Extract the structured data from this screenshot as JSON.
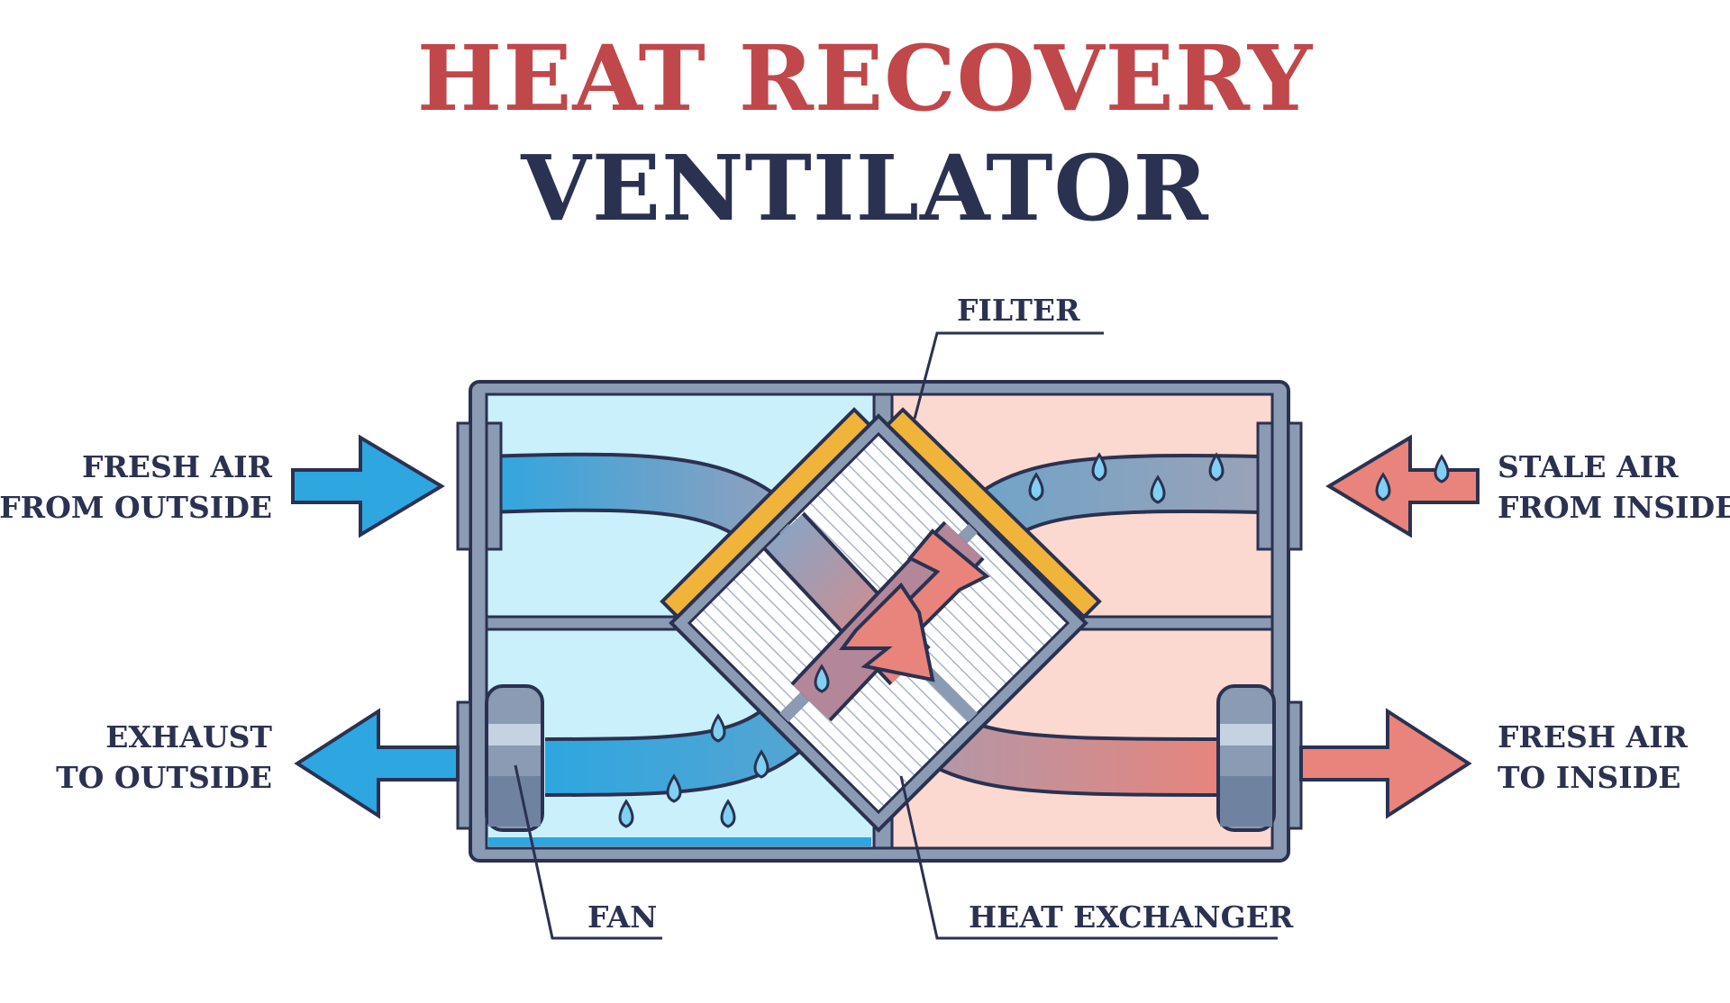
{
  "title": {
    "line1": "HEAT RECOVERY",
    "line2": "VENTILATOR"
  },
  "labels": {
    "filter": "FILTER",
    "fresh_air_outside_1": "FRESH AIR",
    "fresh_air_outside_2": "FROM OUTSIDE",
    "stale_air_inside_1": "STALE AIR",
    "stale_air_inside_2": "FROM INSIDE",
    "exhaust_1": "EXHAUST",
    "exhaust_2": "TO OUTSIDE",
    "fresh_inside_1": "FRESH AIR",
    "fresh_inside_2": "TO INSIDE",
    "fan": "FAN",
    "heat_exchanger": "HEAT EXCHANGER"
  },
  "colors": {
    "title_red": "#c0474a",
    "title_navy": "#2b3150",
    "cold_air": "#2ea6e0",
    "warm_air": "#e8847c",
    "cold_chamber": "#c9f0fb",
    "warm_chamber": "#fcd9d0",
    "casing": "#8a9bb3",
    "filter": "#f0b43a"
  }
}
